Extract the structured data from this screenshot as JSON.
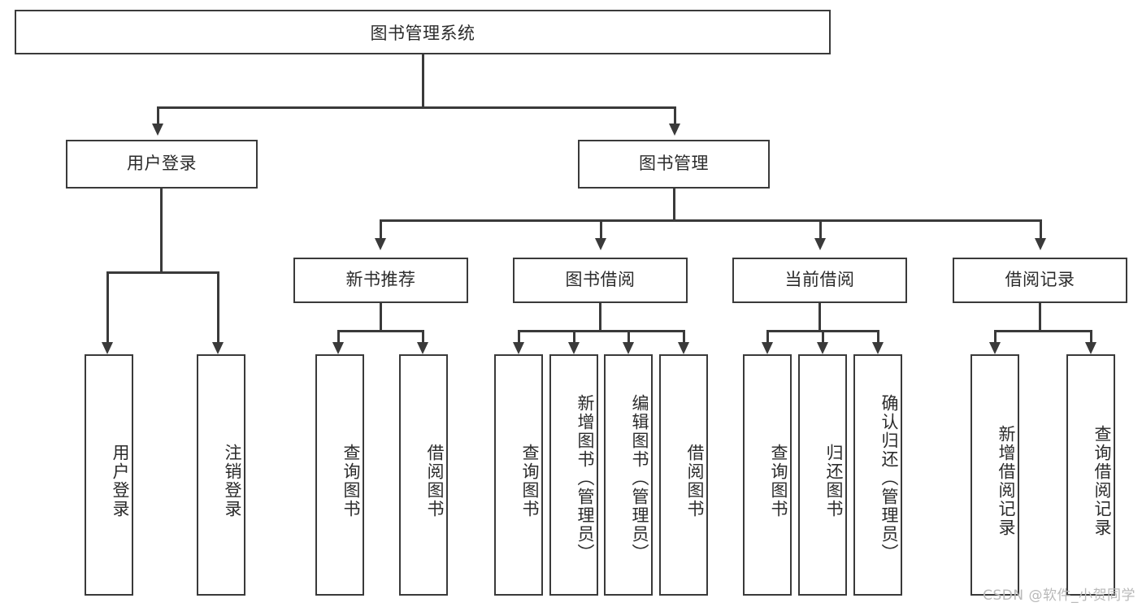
{
  "diagram": {
    "type": "tree-hierarchy",
    "title": "图书管理系统",
    "root": {
      "label": "图书管理系统"
    },
    "level2": [
      {
        "label": "用户登录"
      },
      {
        "label": "图书管理"
      }
    ],
    "level3": [
      {
        "label": "新书推荐"
      },
      {
        "label": "图书借阅"
      },
      {
        "label": "当前借阅"
      },
      {
        "label": "借阅记录"
      }
    ],
    "leaves": {
      "user_login": [
        {
          "label": "用户登录"
        },
        {
          "label": "注销登录"
        }
      ],
      "new_book_recommend": [
        {
          "label": "查询图书"
        },
        {
          "label": "借阅图书"
        }
      ],
      "book_borrow": [
        {
          "label": "查询图书"
        },
        {
          "label": "新增图书（管理员）"
        },
        {
          "label": "编辑图书（管理员）"
        },
        {
          "label": "借阅图书"
        }
      ],
      "current_borrow": [
        {
          "label": "查询图书"
        },
        {
          "label": "归还图书"
        },
        {
          "label": "确认归还（管理员）"
        }
      ],
      "borrow_record": [
        {
          "label": "新增借阅记录"
        },
        {
          "label": "查询借阅记录"
        }
      ]
    }
  },
  "watermark": {
    "text": "CSDN @软件_小贺同学"
  },
  "colors": {
    "stroke": "#3a3a3a",
    "text": "#2b2b2b",
    "background": "#ffffff",
    "watermark": "#b9b9b9"
  }
}
